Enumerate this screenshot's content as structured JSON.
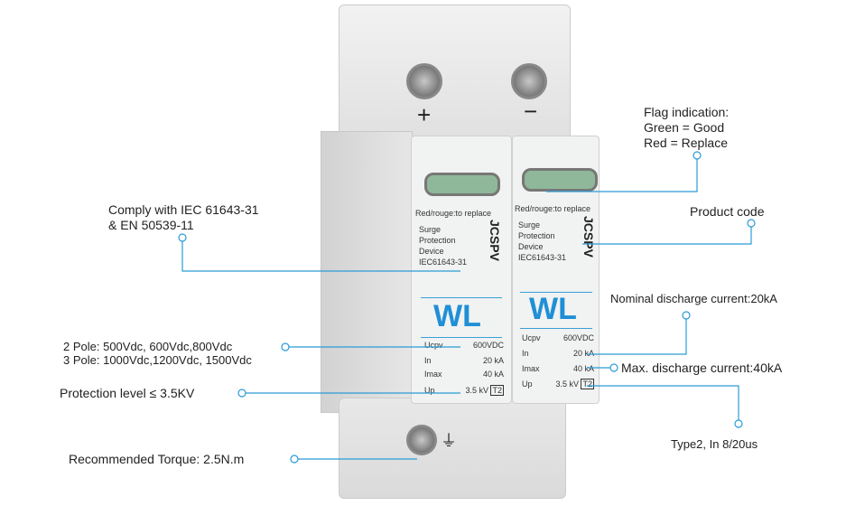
{
  "device": {
    "terminal_plus": "+",
    "terminal_minus": "−",
    "ground_symbol": "⏚",
    "module": {
      "warning": "Red/rouge:to replace",
      "lines": [
        "Surge",
        "Protection",
        "Device",
        "IEC61643-31"
      ],
      "brand": "JCSPV",
      "logo": "WL",
      "specs": [
        {
          "k": "Ucpv",
          "v": "600VDC"
        },
        {
          "k": "In",
          "v": "20 kA"
        },
        {
          "k": "Imax",
          "v": "40 kA"
        },
        {
          "k": "Up",
          "v": "3.5 kV"
        }
      ],
      "type_badge": "T2"
    }
  },
  "callouts": {
    "flag": [
      "Flag indication:",
      "Green = Good",
      "Red = Replace"
    ],
    "comply": [
      "Comply with IEC 61643-31",
      "& EN 50539-11"
    ],
    "product_code": "Product code",
    "nominal": "Nominal discharge current:20kA",
    "poles": [
      "2 Pole: 500Vdc, 600Vdc,800Vdc",
      "3 Pole: 1000Vdc,1200Vdc, 1500Vdc"
    ],
    "max": "Max. discharge current:40kA",
    "protection": "Protection level ≤ 3.5KV",
    "type": "Type2, In 8/20us",
    "torque": "Recommended  Torque: 2.5N.m"
  },
  "colors": {
    "line": "#2a9bd6",
    "logo": "#1f8fd6"
  }
}
